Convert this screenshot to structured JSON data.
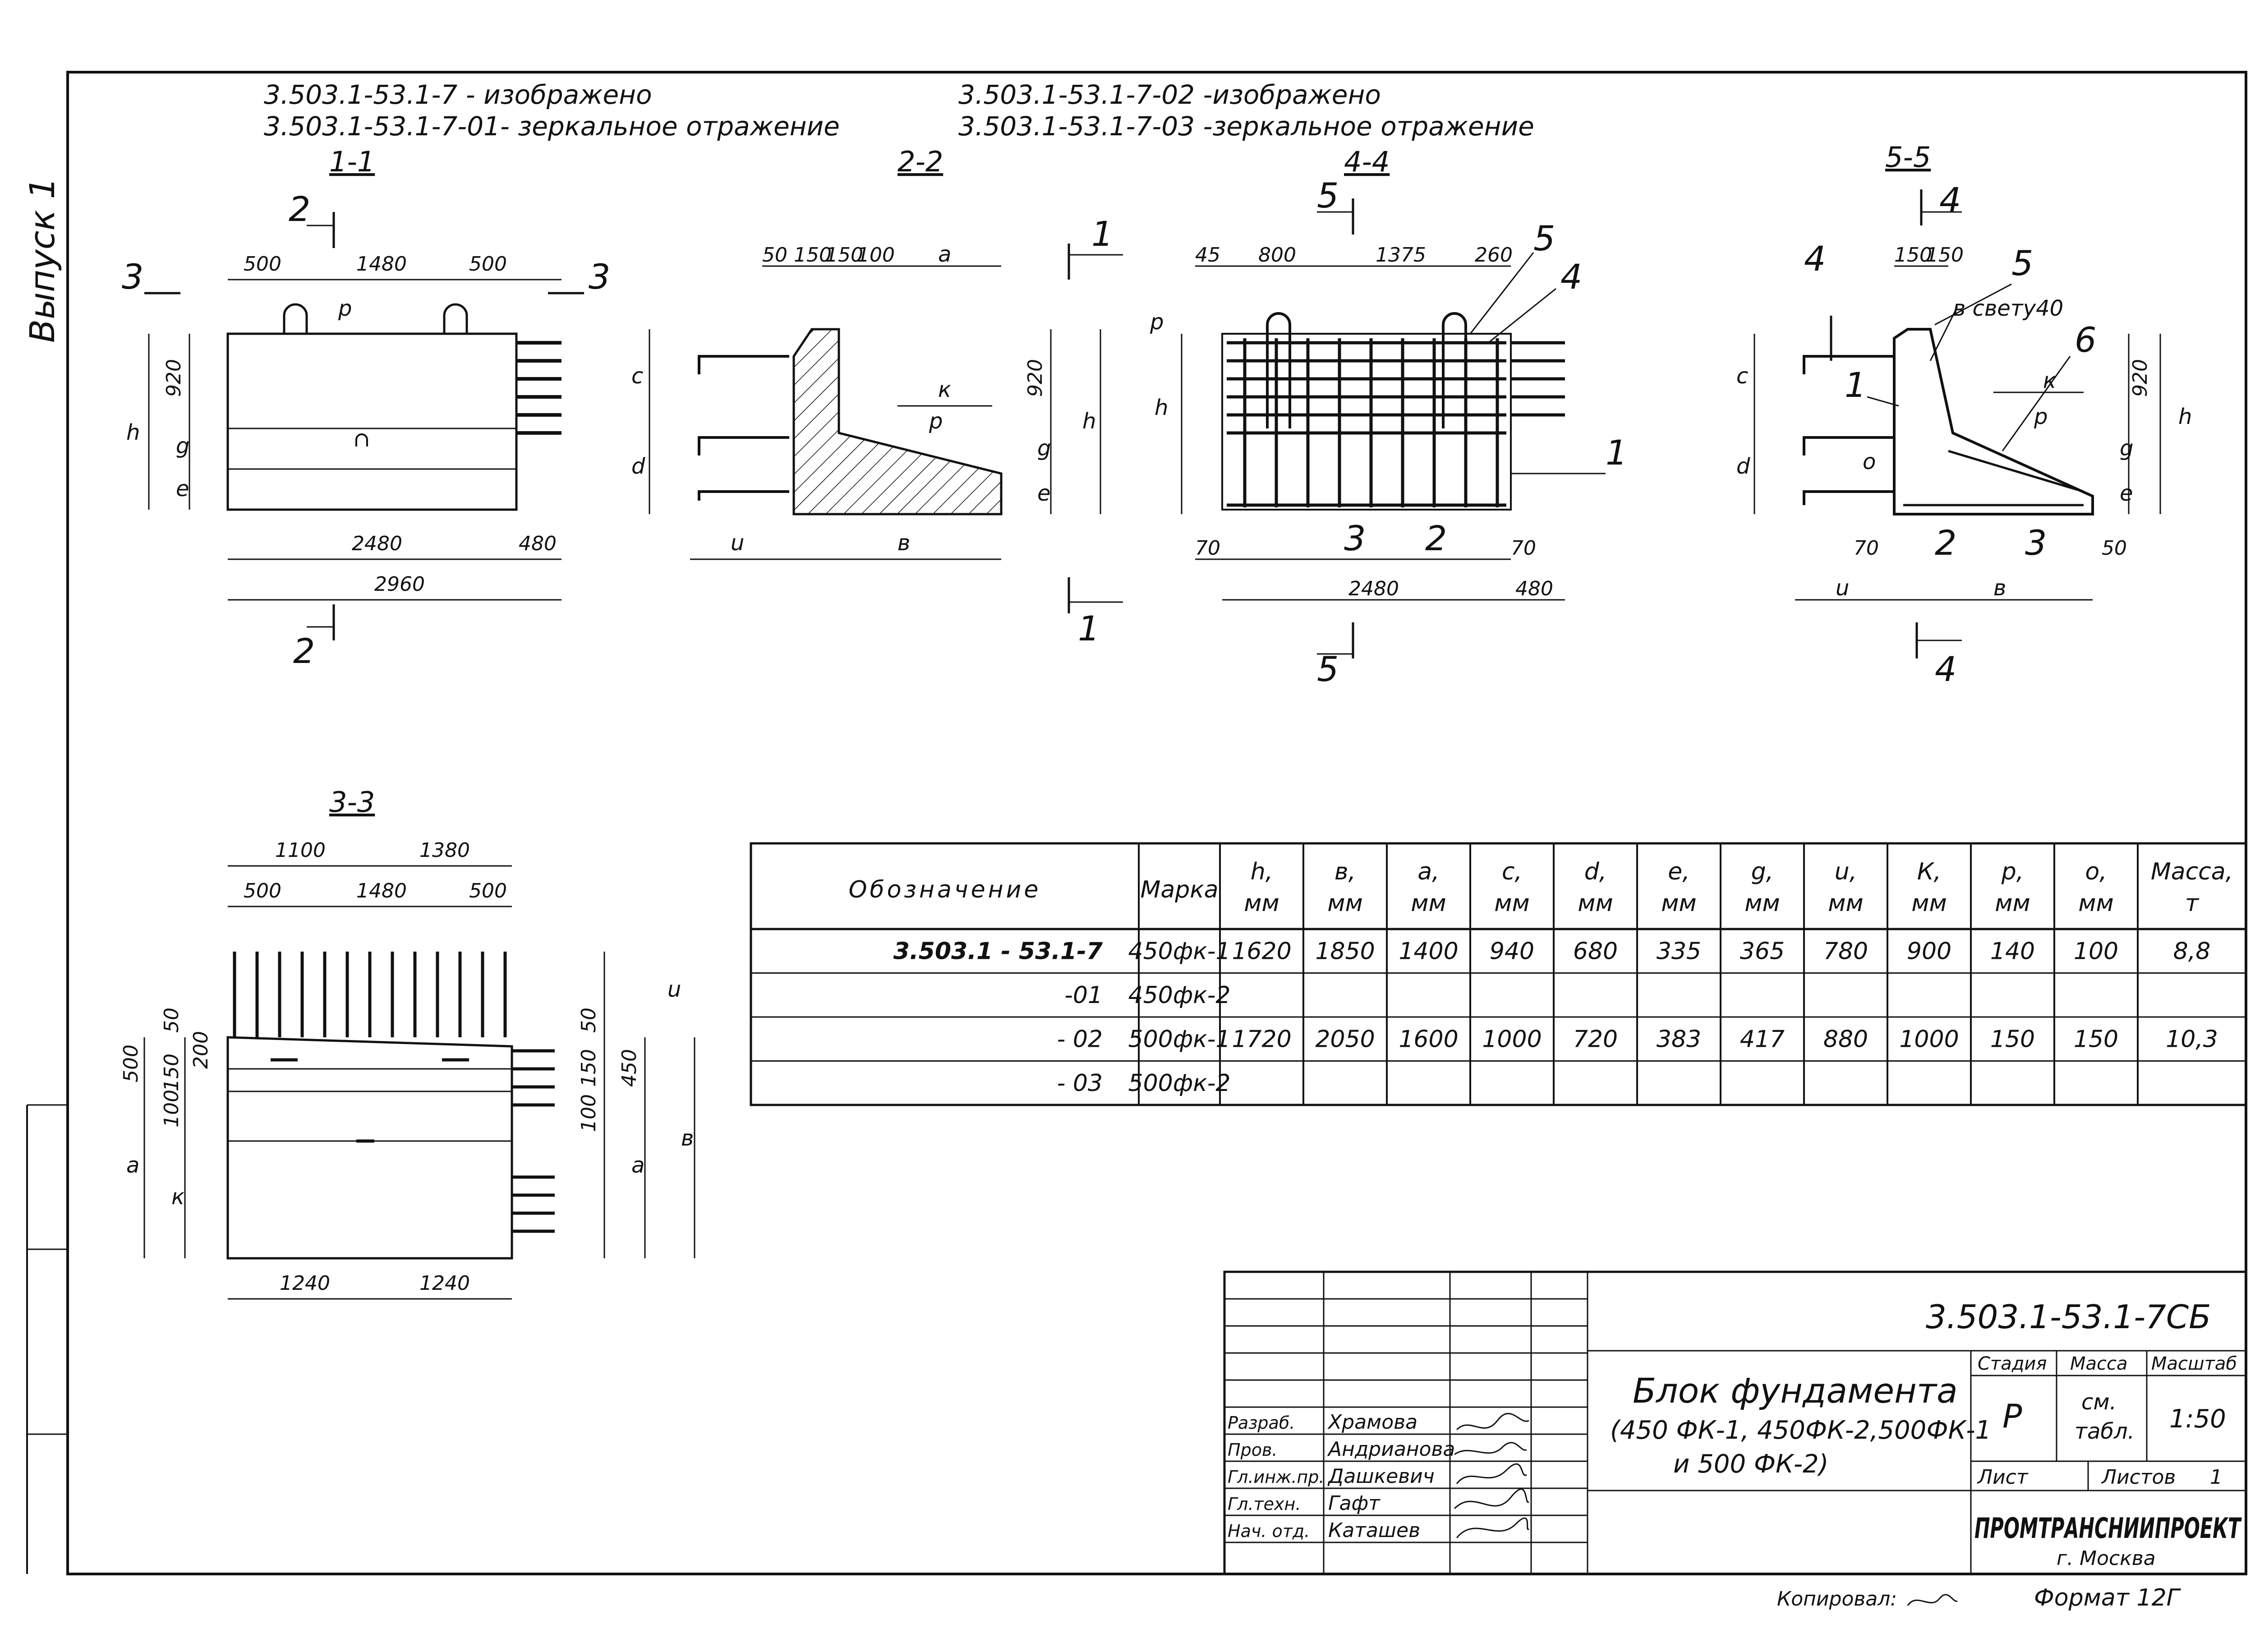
{
  "side_note": "Выпуск 1",
  "headings": {
    "left_line1": "3.503.1-53.1-7 - изображено",
    "left_line2": "3.503.1-53.1-7-01- зеркальное отражение",
    "right_line1": "3.503.1-53.1-7-02 -изображено",
    "right_line2": "3.503.1-53.1-7-03 -зеркальное отражение"
  },
  "sections": {
    "s1": {
      "caption": "1-1",
      "dims": [
        "500",
        "1480",
        "500",
        "920",
        "2480",
        "480",
        "2960"
      ],
      "letters": [
        "h",
        "g",
        "e",
        "p"
      ],
      "cut_marks": [
        "2",
        "2",
        "3",
        "3"
      ]
    },
    "s2": {
      "caption": "2-2",
      "dims": [
        "50",
        "150",
        "150",
        "100",
        "920"
      ],
      "letters": [
        "a",
        "c",
        "d",
        "к",
        "p",
        "h",
        "g",
        "e",
        "u",
        "в"
      ],
      "cut_marks": [
        "1",
        "1"
      ]
    },
    "s4": {
      "caption": "4-4",
      "dims": [
        "45",
        "800",
        "1375",
        "260",
        "70",
        "70",
        "2480",
        "480"
      ],
      "letters": [
        "p",
        "h"
      ],
      "callouts": [
        "5",
        "4",
        "1",
        "3",
        "2"
      ],
      "cut_marks": [
        "5",
        "5"
      ]
    },
    "s5": {
      "caption": "5-5",
      "dims": [
        "150",
        "150",
        "920",
        "70",
        "50"
      ],
      "note": "в свету40",
      "letters": [
        "c",
        "d",
        "к",
        "p",
        "o",
        "h",
        "g",
        "e",
        "u",
        "в"
      ],
      "callouts": [
        "4",
        "5",
        "6",
        "1",
        "2",
        "3"
      ],
      "cut_marks": [
        "4",
        "4"
      ]
    },
    "s3": {
      "caption": "3-3",
      "dims": [
        "1100",
        "1380",
        "500",
        "1480",
        "500",
        "50",
        "500",
        "200",
        "150",
        "100",
        "50",
        "150",
        "450",
        "100",
        "1240",
        "1240"
      ],
      "letters": [
        "u",
        "a",
        "к",
        "a",
        "в"
      ]
    }
  },
  "spec_table": {
    "headers": [
      {
        "sym": "Обозначение",
        "unit": ""
      },
      {
        "sym": "Марка",
        "unit": ""
      },
      {
        "sym": "h,",
        "unit": "мм"
      },
      {
        "sym": "в,",
        "unit": "мм"
      },
      {
        "sym": "a,",
        "unit": "мм"
      },
      {
        "sym": "c,",
        "unit": "мм"
      },
      {
        "sym": "d,",
        "unit": "мм"
      },
      {
        "sym": "e,",
        "unit": "мм"
      },
      {
        "sym": "g,",
        "unit": "мм"
      },
      {
        "sym": "u,",
        "unit": "мм"
      },
      {
        "sym": "К,",
        "unit": "мм"
      },
      {
        "sym": "p,",
        "unit": "мм"
      },
      {
        "sym": "o,",
        "unit": "мм"
      },
      {
        "sym": "Масса,",
        "unit": "т"
      }
    ],
    "rows": [
      [
        "3.503.1 - 53.1-7",
        "450фк-1",
        "1620",
        "1850",
        "1400",
        "940",
        "680",
        "335",
        "365",
        "780",
        "900",
        "140",
        "100",
        "8,8"
      ],
      [
        "-01",
        "450фк-2",
        "",
        "",
        "",
        "",
        "",
        "",
        "",
        "",
        "",
        "",
        "",
        ""
      ],
      [
        "- 02",
        "500фк-1",
        "1720",
        "2050",
        "1600",
        "1000",
        "720",
        "383",
        "417",
        "880",
        "1000",
        "150",
        "150",
        "10,3"
      ],
      [
        "- 03",
        "500фк-2",
        "",
        "",
        "",
        "",
        "",
        "",
        "",
        "",
        "",
        "",
        "",
        ""
      ]
    ]
  },
  "title_block": {
    "doc_code": "3.503.1-53.1-7СБ",
    "title_line1": "Блок фундамента",
    "title_line2": "(450 ФК-1, 450ФК-2,500ФК-1",
    "title_line3": "и 500 ФК-2)",
    "stage_label": "Стадия",
    "mass_label": "Масса",
    "scale_label": "Масштаб",
    "stage_value": "Р",
    "mass_value_1": "см.",
    "mass_value_2": "табл.",
    "scale_value": "1:50",
    "sheet_label": "Лист",
    "sheets_label": "Листов",
    "sheets_value": "1",
    "org": "ПРОМТРАНСНИИПРОЕКТ",
    "city": "г. Москва",
    "people": [
      {
        "role": "Разраб.",
        "name": "Храмова"
      },
      {
        "role": "Пров.",
        "name": "Андрианова"
      },
      {
        "role": "Гл.инж.пр.",
        "name": "Дашкевич"
      },
      {
        "role": "Гл.техн.",
        "name": "Гафт"
      },
      {
        "role": "Нач. отд.",
        "name": "Каташев"
      }
    ]
  },
  "footer": {
    "copied": "Копировал:",
    "format": "Формат 12Г"
  }
}
